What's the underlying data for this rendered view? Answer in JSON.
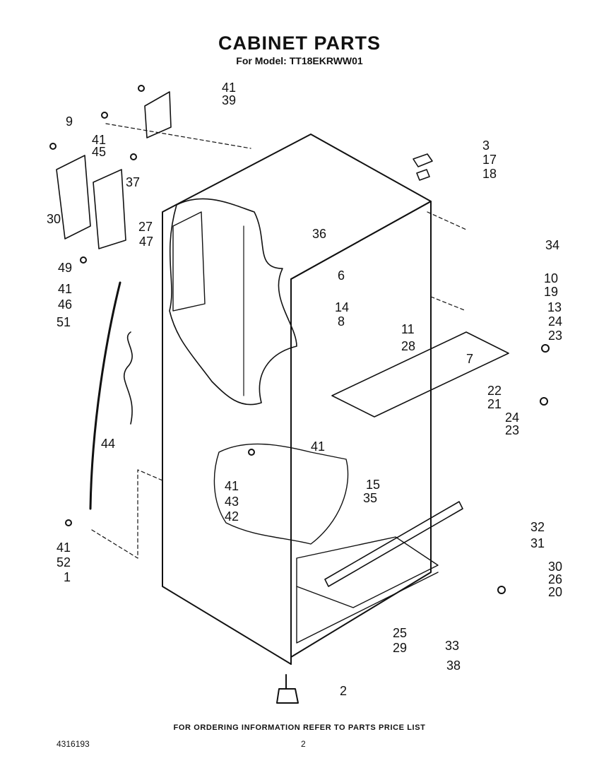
{
  "header": {
    "title": "CABINET PARTS",
    "subtitle": "For Model: TT18EKRWW01"
  },
  "footer": {
    "ordering_note": "FOR ORDERING INFORMATION REFER TO PARTS PRICE LIST",
    "document_number": "4316193",
    "page_number": "2"
  },
  "callouts": [
    "41",
    "39",
    "9",
    "41",
    "45",
    "37",
    "30",
    "27",
    "47",
    "49",
    "41",
    "46",
    "51",
    "44",
    "3",
    "17",
    "18",
    "34",
    "36",
    "6",
    "14",
    "8",
    "11",
    "28",
    "7",
    "10",
    "19",
    "13",
    "24",
    "23",
    "22",
    "21",
    "24",
    "23",
    "41",
    "15",
    "35",
    "41",
    "43",
    "42",
    "32",
    "31",
    "41",
    "52",
    "1",
    "30",
    "26",
    "20",
    "25",
    "29",
    "33",
    "38",
    "2"
  ]
}
